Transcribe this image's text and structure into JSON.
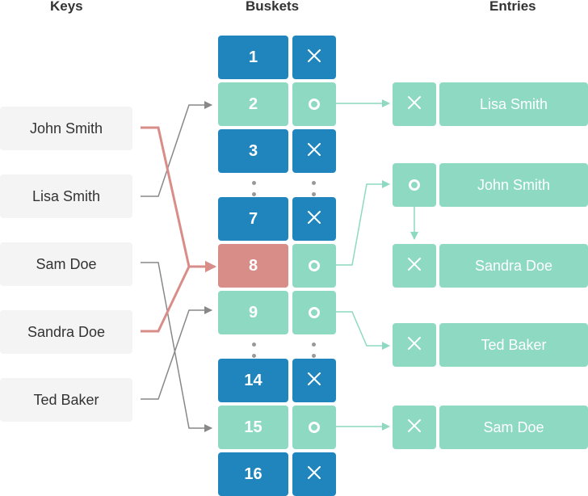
{
  "headers": {
    "keys": "Keys",
    "buckets": "Buskets",
    "entries": "Entries"
  },
  "keys": [
    "John Smith",
    "Lisa Smith",
    "Sam Doe",
    "Sandra Doe",
    "Ted Baker"
  ],
  "buckets": [
    "1",
    "2",
    "3",
    "7",
    "8",
    "9",
    "14",
    "15",
    "16"
  ],
  "entries": [
    "Lisa Smith",
    "John Smith",
    "Sandra Doe",
    "Ted Baker",
    "Sam Doe"
  ],
  "colors": {
    "empty_bucket": "#2185bd",
    "filled_bucket": "#8dd9c2",
    "collision_bucket": "#d88d88",
    "key_box": "#f4f4f4",
    "collision_arrow": "#d88d88",
    "arrow": "#888888"
  },
  "icons": {
    "empty_pointer": "cross-icon",
    "filled_pointer": "ring-icon"
  }
}
